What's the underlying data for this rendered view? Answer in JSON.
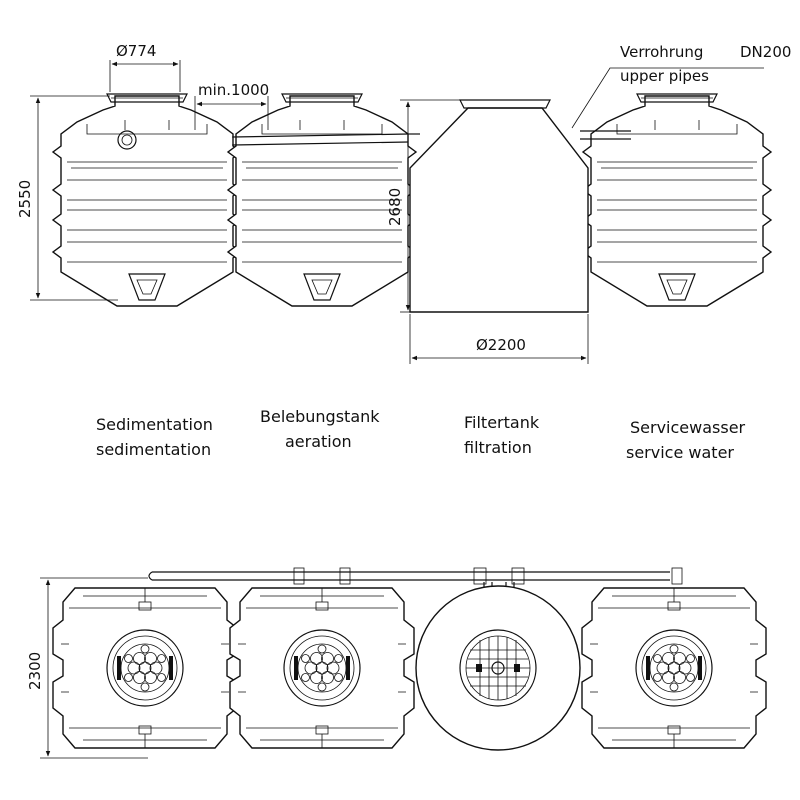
{
  "dimensions": {
    "top_diameter": "Ø774",
    "spacing": "min.1000",
    "height_standard": "2550",
    "height_filter": "2680",
    "diameter_filter": "Ø2200",
    "plan_height": "2300"
  },
  "pipe_note": {
    "line1": "Verrohrung",
    "line2": "DN200",
    "line3": "upper pipes"
  },
  "tanks": [
    {
      "label_de": "Sedimentation",
      "label_en": "sedimentation"
    },
    {
      "label_de": "Belebungstank",
      "label_en": "aeration"
    },
    {
      "label_de": "Filtertank",
      "label_en": "filtration"
    },
    {
      "label_de": "Servicewasser",
      "label_en": "service water"
    }
  ]
}
